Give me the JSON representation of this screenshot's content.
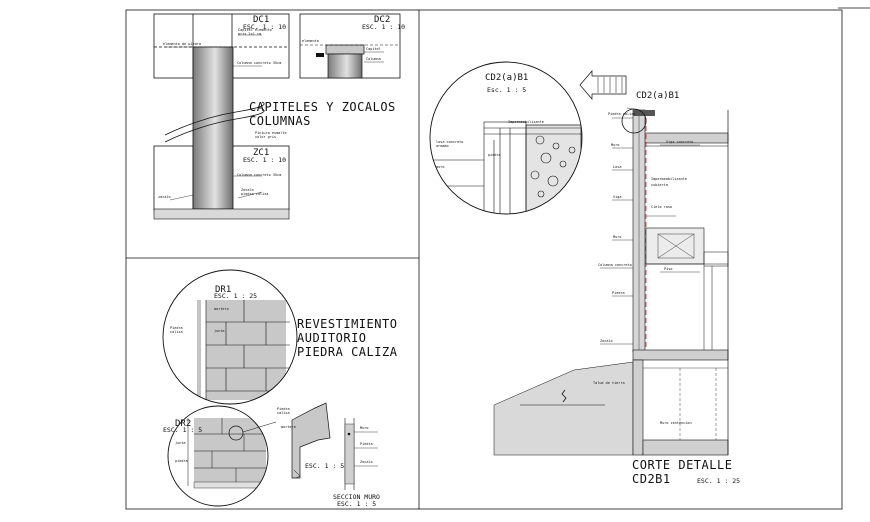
{
  "sheet": {
    "title_capiteles_line1": "CAPITELES Y ZOCALOS",
    "title_capiteles_line2": "COLUMNAS",
    "title_revestimiento_line1": "REVESTIMIENTO",
    "title_revestimiento_line2": "AUDITORIO",
    "title_revestimiento_line3": "PIEDRA CALIZA",
    "title_corte_line1": "CORTE DETALLE",
    "title_corte_line2": "CD2B1",
    "scale_corte": "ESC. 1 : 25"
  },
  "details": {
    "dc1": {
      "label": "DC1",
      "scale": "ESC. 1 : 10"
    },
    "dc2": {
      "label": "DC2",
      "scale": "ESC. 1 : 10"
    },
    "zc1": {
      "label": "ZC1",
      "scale": "ESC. 1 : 10"
    },
    "dr1": {
      "label": "DR1",
      "scale": "ESC. 1 : 25"
    },
    "dr2": {
      "label": "DR2",
      "scale": "ESC. 1 : 5"
    },
    "dr2_side_scale": "ESC. 1 : 5",
    "seccion_line1": "SECCION MURO",
    "seccion_line2": "ESC. 1 : 5",
    "cd2a": {
      "label": "CD2(a)B1",
      "scale": "Esc. 1 : 5"
    },
    "cd2a_marker": "CD2(a)B1",
    "talud": "Talud de tierra"
  },
  "colors": {
    "line": "#111111",
    "ground": "#d9d9d9",
    "column": "#9c9c9c",
    "stone": "#c8c8c8",
    "cut": "#d0d0d0",
    "accent": "#cc2222"
  }
}
